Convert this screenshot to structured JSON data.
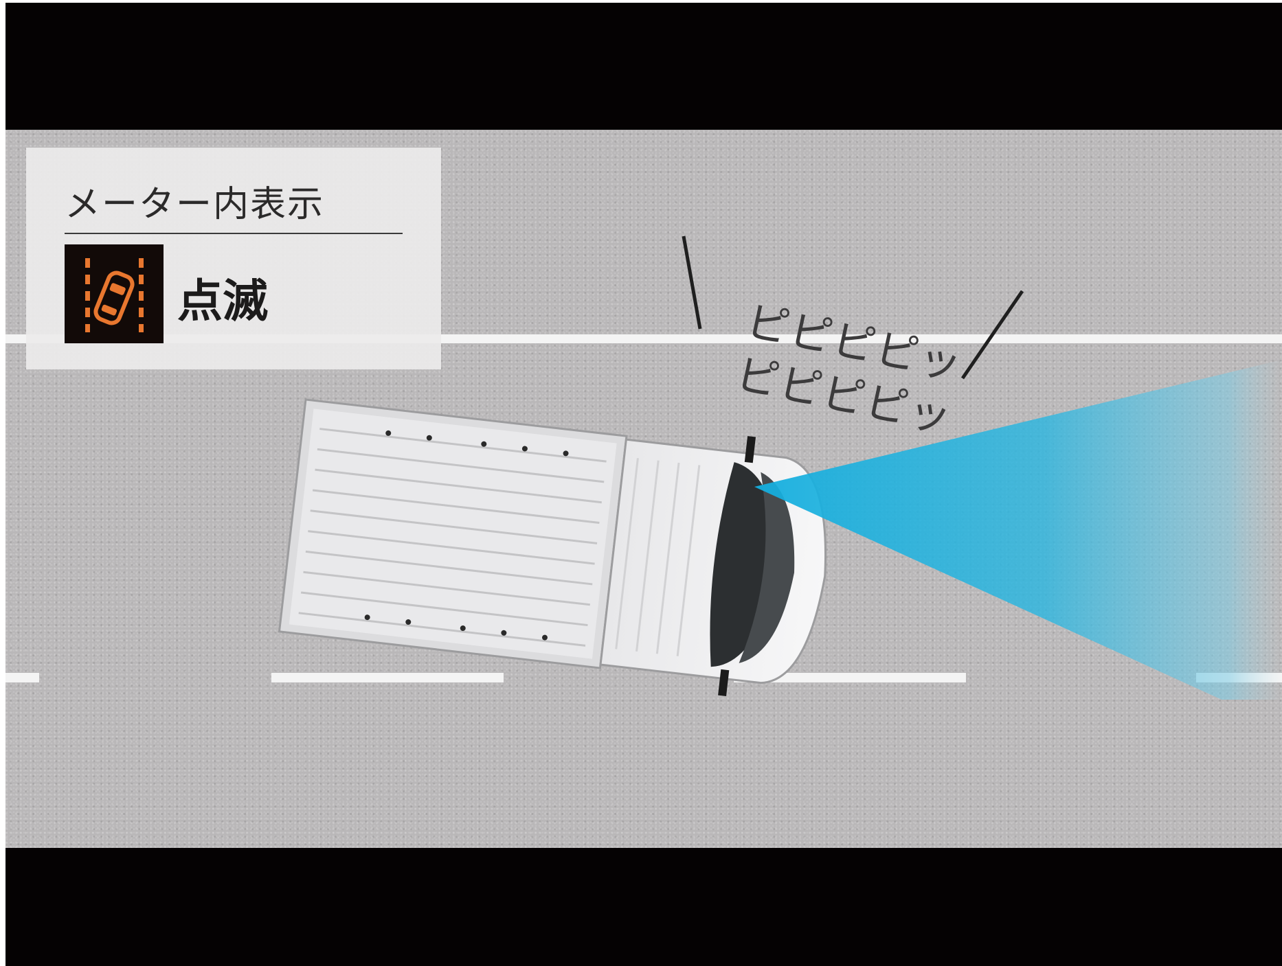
{
  "meter_panel": {
    "title": "メーター内表示",
    "status": "点滅",
    "indicator_color": "#e8772f"
  },
  "sound_text": {
    "line1": "ピピピピッ",
    "line2": "ピピピピッ"
  },
  "colors": {
    "road": "#b9b7b8",
    "lane_marking": "#ffffff",
    "sensor_beam": "#1fb3e0",
    "letterbox": "#050203"
  }
}
